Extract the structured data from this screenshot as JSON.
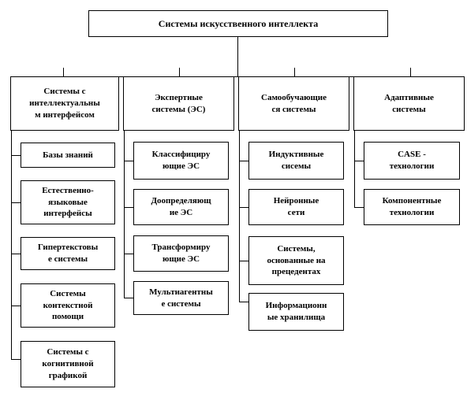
{
  "diagram": {
    "root": "Системы искусственного интеллекта",
    "categories": [
      {
        "title": "Системы с\nинтеллектуальны\nм интерфейсом",
        "children": [
          "Базы знаний",
          "Естественно-\nязыковые\nинтерфейсы",
          "Гипертекстовы\nе системы",
          "Системы\nконтекстной\nпомощи",
          "Системы с\nкогнитивной\nграфикой"
        ]
      },
      {
        "title": "Экспертные\nсистемы (ЭС)",
        "children": [
          "Классифициру\nющие ЭС",
          "Доопределяющ\nие ЭС",
          "Трансформиру\nющие ЭС",
          "Мультиагентны\nе системы"
        ]
      },
      {
        "title": "Самообучающие\nся системы",
        "children": [
          "Индуктивные\nсисемы",
          "Нейронные\nсети",
          "Системы,\nоснованные на\nпрецедентах",
          "Информационн\nые хранилища"
        ]
      },
      {
        "title": "Адаптивные\nсистемы",
        "children": [
          "CASE -\nтехнологии",
          "Компонентные\nтехнологии"
        ]
      }
    ]
  }
}
